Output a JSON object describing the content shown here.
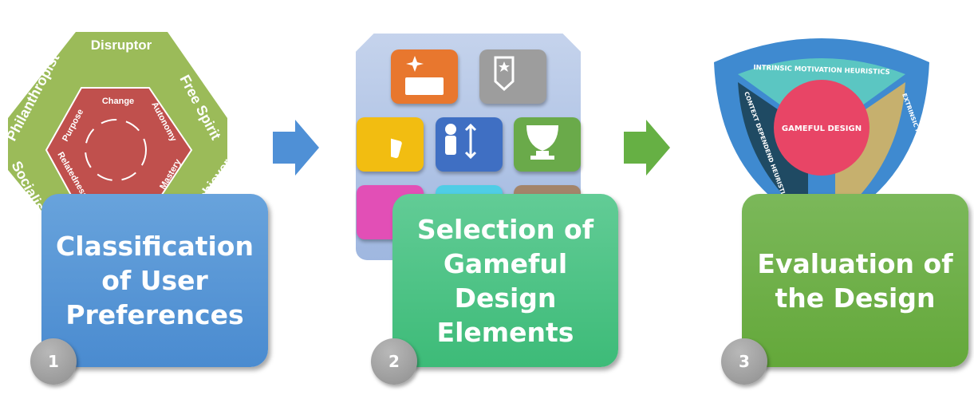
{
  "steps": [
    {
      "number": "1",
      "label_lines": [
        "Classification",
        "of User",
        "Preferences"
      ],
      "color": "#5b9ad8",
      "graphic": {
        "outer_labels": [
          "Disruptor",
          "Free Spirit",
          "Achiever",
          "Socialiser",
          "Philanthropist"
        ],
        "inner_labels": [
          "Change",
          "Autonomy",
          "Mastery",
          "Relatedness",
          "Purpose"
        ],
        "outer_color": "#9bbb59",
        "inner_color": "#c0504d"
      }
    },
    {
      "number": "2",
      "label_lines": [
        "Selection of",
        "Gameful",
        "Design",
        "Elements"
      ],
      "color": "#4cc386",
      "graphic": {
        "icons": [
          {
            "name": "storybook-icon",
            "color": "#e8772e"
          },
          {
            "name": "rank-badge-icon",
            "color": "#9d9d9d"
          },
          {
            "name": "dice-icon",
            "color": "#f2bd11"
          },
          {
            "name": "leaderboard-person-icon",
            "color": "#3f6fc3"
          },
          {
            "name": "trophy-icon",
            "color": "#6aaa4a"
          },
          {
            "name": "team-icon",
            "color": "#e24fb6"
          },
          {
            "name": "info-icon",
            "color": "#4fcde6"
          },
          {
            "name": "misc-icon",
            "color": "#a3846a"
          }
        ],
        "panel_color": "#b4c7e7"
      }
    },
    {
      "number": "3",
      "label_lines": [
        "Evaluation of",
        "the Design"
      ],
      "color": "#6fb04a",
      "graphic": {
        "center_label": "GAMEFUL DESIGN",
        "segments": [
          {
            "label": "INTRINSIC MOTIVATION HEURISTICS",
            "color": "#5bc6c2"
          },
          {
            "label": "EXTRINSIC MOTIVATION HEURISTICS",
            "color": "#c6b06e"
          },
          {
            "label": "CONTEXT DEPENDEND HEURISTICS",
            "color": "#1f4a63"
          }
        ],
        "ring_color": "#3f8ad0",
        "center_color": "#e84566"
      }
    }
  ],
  "arrows": [
    {
      "color": "#4f90d6"
    },
    {
      "color": "#66b044"
    }
  ]
}
